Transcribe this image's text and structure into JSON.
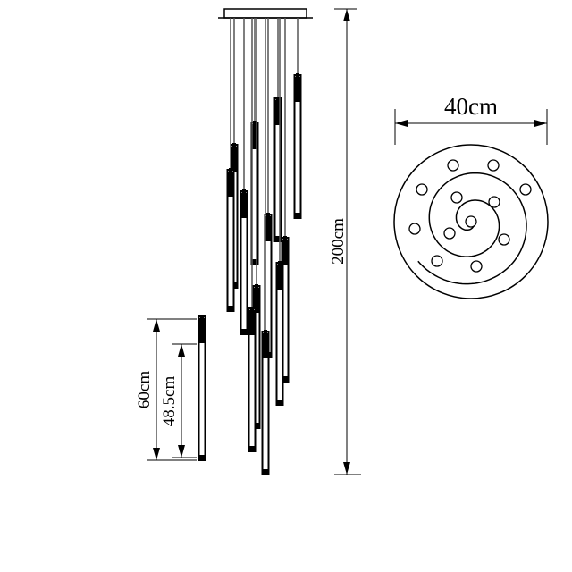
{
  "dimensions": {
    "total_height": "200cm",
    "canopy_diameter": "40cm",
    "tube_length": "60cm",
    "tube_light_length": "48.5cm"
  },
  "lamp": {
    "pendant_count": 12,
    "spiral_point_count": 12
  },
  "colors": {
    "line": "#000000",
    "cable": "#555555",
    "background": "#ffffff"
  }
}
